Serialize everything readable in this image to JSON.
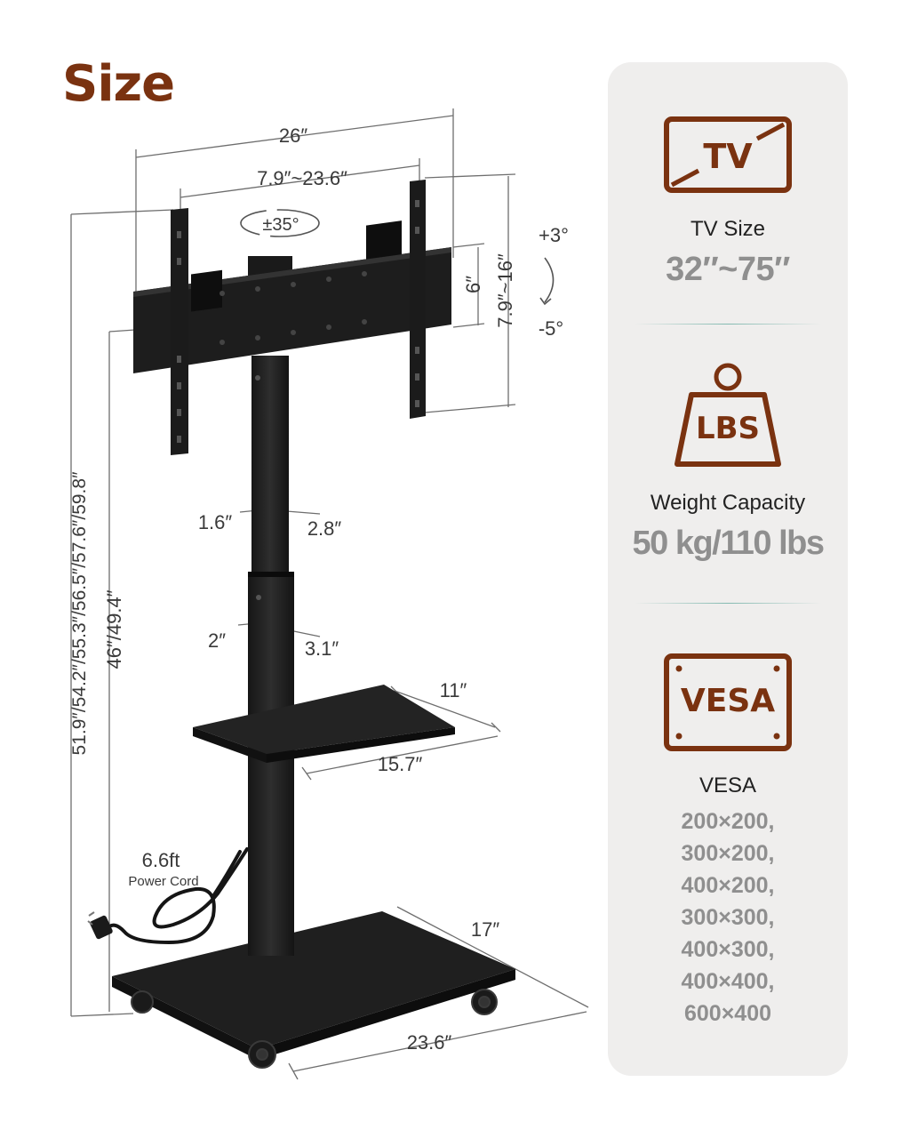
{
  "title": "Size",
  "dimensions": {
    "overall_width": "26″",
    "plate_width": "7.9″~23.6″",
    "swivel": "±35°",
    "tilt_up": "+3°",
    "tilt_down": "-5°",
    "plate_height": "6″",
    "bracket_height": "7.9″~16″",
    "upper_pole_depth": "1.6″",
    "upper_pole_width": "2.8″",
    "lower_pole_depth": "2″",
    "lower_pole_width": "3.1″",
    "shelf_depth": "11″",
    "shelf_width": "15.7″",
    "base_depth": "17″",
    "base_width": "23.6″",
    "overall_height": "51.9″/54.2″/55.3″/56.5″/57.6″/59.8″",
    "plate_center_height": "46″/49.4″",
    "cord_length": "6.6ft",
    "cord_label": "Power Cord"
  },
  "specs": {
    "tv": {
      "icon_text": "TV",
      "label": "TV Size",
      "value": "32″~75″"
    },
    "weight": {
      "icon_text": "LBS",
      "label": "Weight Capacity",
      "value": "50 kg/110 lbs"
    },
    "vesa": {
      "icon_text": "VESA",
      "label": "VESA",
      "values": [
        "200×200,",
        "300×200,",
        "400×200,",
        "300×300,",
        "400×300,",
        "400×400,",
        "600×400"
      ]
    }
  },
  "colors": {
    "accent": "#7a3210",
    "panel_bg": "#efeeed",
    "value_gray": "#8f8f8f",
    "product": "#1e1e1e"
  }
}
